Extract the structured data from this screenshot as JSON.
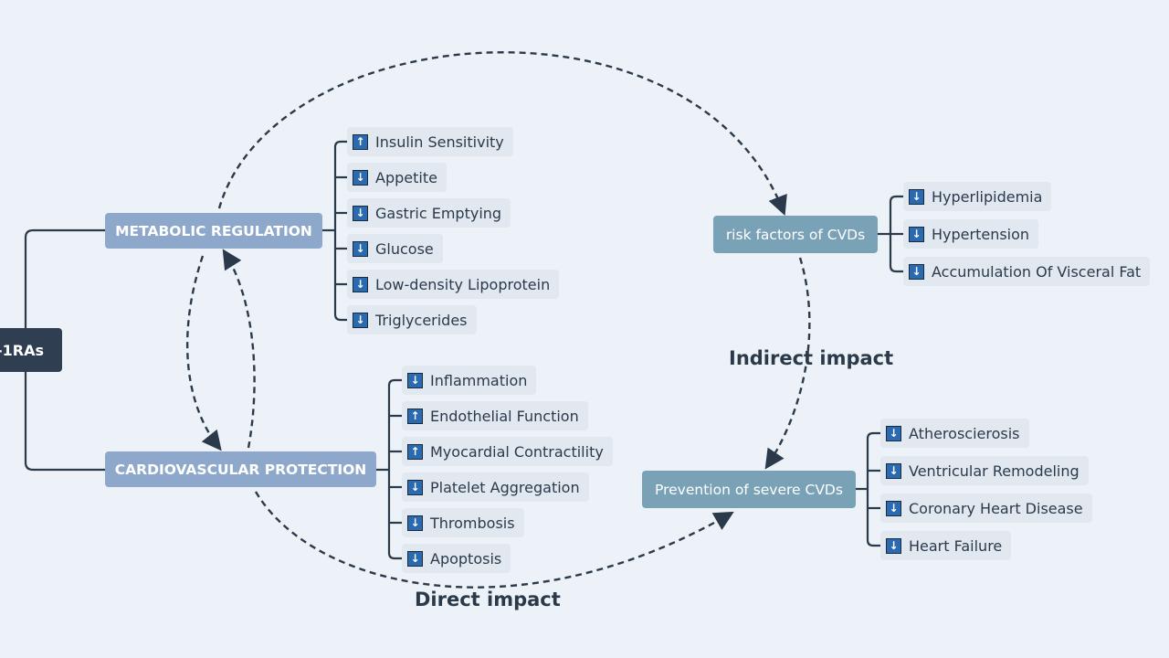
{
  "root": {
    "label": "-1RAs"
  },
  "metabolic": {
    "label": "METABOLIC REGULATION",
    "items": [
      {
        "arrow": "↑",
        "label": "Insulin Sensitivity"
      },
      {
        "arrow": "↓",
        "label": "Appetite"
      },
      {
        "arrow": "↓",
        "label": "Gastric Emptying"
      },
      {
        "arrow": "↓",
        "label": "Glucose"
      },
      {
        "arrow": "↓",
        "label": "Low-density Lipoprotein"
      },
      {
        "arrow": "↓",
        "label": "Triglycerides"
      }
    ]
  },
  "cardio": {
    "label": "CARDIOVASCULAR PROTECTION",
    "items": [
      {
        "arrow": "↓",
        "label": "Inflammation"
      },
      {
        "arrow": "↑",
        "label": "Endothelial Function"
      },
      {
        "arrow": "↑",
        "label": "Myocardial Contractility"
      },
      {
        "arrow": "↓",
        "label": "Platelet Aggregation"
      },
      {
        "arrow": "↓",
        "label": "Thrombosis"
      },
      {
        "arrow": "↓",
        "label": "Apoptosis"
      }
    ]
  },
  "risk": {
    "label": "risk factors of CVDs",
    "items": [
      {
        "arrow": "↓",
        "label": "Hyperlipidemia"
      },
      {
        "arrow": "↓",
        "label": "Hypertension"
      },
      {
        "arrow": "↓",
        "label": "Accumulation Of Visceral Fat"
      }
    ]
  },
  "prevention": {
    "label": "Prevention of severe CVDs",
    "items": [
      {
        "arrow": "↓",
        "label": "Atheroscierosis"
      },
      {
        "arrow": "↓",
        "label": "Ventricular Remodeling"
      },
      {
        "arrow": "↓",
        "label": "Coronary Heart Disease"
      },
      {
        "arrow": "↓",
        "label": "Heart Failure"
      }
    ]
  },
  "labels": {
    "indirect": "Indirect impact",
    "direct": "Direct impact"
  },
  "colors": {
    "background": "#ecf2f8",
    "root": "#2f3e50",
    "main_node": "#8ea8cb",
    "effect_node": "#7aa2b7",
    "leaf": "#e1e8f0",
    "arrow_icon": "#2a6ab0",
    "line": "#2b3a4a"
  }
}
